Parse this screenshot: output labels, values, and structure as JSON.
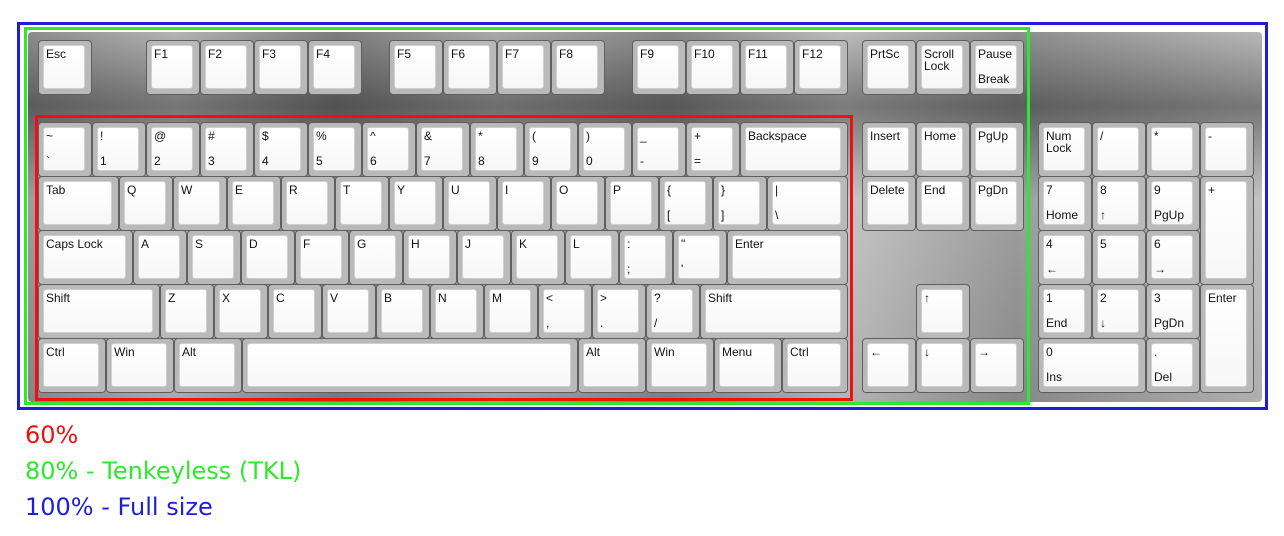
{
  "legend": {
    "sixty": "60%",
    "eighty": "80% - Tenkeyless (TKL)",
    "hundred": "100% - Full size"
  },
  "colors": {
    "sixty_frame": "#ee1111",
    "tkl_frame": "#2ee82e",
    "full_frame": "#1e1ed8"
  },
  "keys": [
    {
      "id": "esc",
      "t": "Esc",
      "b": ""
    },
    {
      "id": "f1",
      "t": "F1",
      "b": ""
    },
    {
      "id": "f2",
      "t": "F2",
      "b": ""
    },
    {
      "id": "f3",
      "t": "F3",
      "b": ""
    },
    {
      "id": "f4",
      "t": "F4",
      "b": ""
    },
    {
      "id": "f5",
      "t": "F5",
      "b": ""
    },
    {
      "id": "f6",
      "t": "F6",
      "b": ""
    },
    {
      "id": "f7",
      "t": "F7",
      "b": ""
    },
    {
      "id": "f8",
      "t": "F8",
      "b": ""
    },
    {
      "id": "f9",
      "t": "F9",
      "b": ""
    },
    {
      "id": "f10",
      "t": "F10",
      "b": ""
    },
    {
      "id": "f11",
      "t": "F11",
      "b": ""
    },
    {
      "id": "f12",
      "t": "F12",
      "b": ""
    },
    {
      "id": "prtsc",
      "t": "PrtSc",
      "b": ""
    },
    {
      "id": "scroll-lock",
      "t": "Scroll\nLock",
      "b": ""
    },
    {
      "id": "pause",
      "t": "Pause",
      "b": "Break"
    },
    {
      "id": "tilde",
      "t": "~",
      "b": "`"
    },
    {
      "id": "1",
      "t": "!",
      "b": "1"
    },
    {
      "id": "2",
      "t": "@",
      "b": "2"
    },
    {
      "id": "3",
      "t": "#",
      "b": "3"
    },
    {
      "id": "4",
      "t": "$",
      "b": "4"
    },
    {
      "id": "5",
      "t": "%",
      "b": "5"
    },
    {
      "id": "6",
      "t": "^",
      "b": "6"
    },
    {
      "id": "7",
      "t": "&",
      "b": "7"
    },
    {
      "id": "8",
      "t": "*",
      "b": "8"
    },
    {
      "id": "9",
      "t": "(",
      "b": "9"
    },
    {
      "id": "0",
      "t": ")",
      "b": "0"
    },
    {
      "id": "minus",
      "t": "_",
      "b": "-"
    },
    {
      "id": "equals",
      "t": "+",
      "b": "="
    },
    {
      "id": "backspace",
      "t": "Backspace",
      "b": ""
    },
    {
      "id": "insert",
      "t": "Insert",
      "b": ""
    },
    {
      "id": "home",
      "t": "Home",
      "b": ""
    },
    {
      "id": "pgup",
      "t": "PgUp",
      "b": ""
    },
    {
      "id": "numlock",
      "t": "Num\nLock",
      "b": ""
    },
    {
      "id": "np-slash",
      "t": "/",
      "b": ""
    },
    {
      "id": "np-star",
      "t": "*",
      "b": ""
    },
    {
      "id": "np-minus",
      "t": "-",
      "b": ""
    },
    {
      "id": "tab",
      "t": "Tab",
      "b": ""
    },
    {
      "id": "q",
      "t": "Q",
      "b": ""
    },
    {
      "id": "w",
      "t": "W",
      "b": ""
    },
    {
      "id": "e",
      "t": "E",
      "b": ""
    },
    {
      "id": "r",
      "t": "R",
      "b": ""
    },
    {
      "id": "t",
      "t": "T",
      "b": ""
    },
    {
      "id": "y",
      "t": "Y",
      "b": ""
    },
    {
      "id": "u",
      "t": "U",
      "b": ""
    },
    {
      "id": "i",
      "t": "I",
      "b": ""
    },
    {
      "id": "o",
      "t": "O",
      "b": ""
    },
    {
      "id": "p",
      "t": "P",
      "b": ""
    },
    {
      "id": "lbracket",
      "t": "{",
      "b": "["
    },
    {
      "id": "rbracket",
      "t": "}",
      "b": "]"
    },
    {
      "id": "backslash",
      "t": "|",
      "b": "\\"
    },
    {
      "id": "delete",
      "t": "Delete",
      "b": ""
    },
    {
      "id": "end",
      "t": "End",
      "b": ""
    },
    {
      "id": "pgdn",
      "t": "PgDn",
      "b": ""
    },
    {
      "id": "np7",
      "t": "7",
      "b": "Home"
    },
    {
      "id": "np8",
      "t": "8",
      "b": "↑"
    },
    {
      "id": "np9",
      "t": "9",
      "b": "PgUp"
    },
    {
      "id": "np-plus",
      "t": "+",
      "b": ""
    },
    {
      "id": "capslock",
      "t": "Caps Lock",
      "b": ""
    },
    {
      "id": "a",
      "t": "A",
      "b": ""
    },
    {
      "id": "s",
      "t": "S",
      "b": ""
    },
    {
      "id": "d",
      "t": "D",
      "b": ""
    },
    {
      "id": "f",
      "t": "F",
      "b": ""
    },
    {
      "id": "g",
      "t": "G",
      "b": ""
    },
    {
      "id": "h",
      "t": "H",
      "b": ""
    },
    {
      "id": "j",
      "t": "J",
      "b": ""
    },
    {
      "id": "k",
      "t": "K",
      "b": ""
    },
    {
      "id": "l",
      "t": "L",
      "b": ""
    },
    {
      "id": "semicolon",
      "t": ":",
      "b": ";"
    },
    {
      "id": "quote",
      "t": "\"",
      "b": "'"
    },
    {
      "id": "enter",
      "t": "Enter",
      "b": ""
    },
    {
      "id": "np4",
      "t": "4",
      "b": "←"
    },
    {
      "id": "np5",
      "t": "5",
      "b": ""
    },
    {
      "id": "np6",
      "t": "6",
      "b": "→"
    },
    {
      "id": "lshift",
      "t": "Shift",
      "b": ""
    },
    {
      "id": "z",
      "t": "Z",
      "b": ""
    },
    {
      "id": "x",
      "t": "X",
      "b": ""
    },
    {
      "id": "c",
      "t": "C",
      "b": ""
    },
    {
      "id": "v",
      "t": "V",
      "b": ""
    },
    {
      "id": "b",
      "t": "B",
      "b": ""
    },
    {
      "id": "n",
      "t": "N",
      "b": ""
    },
    {
      "id": "m",
      "t": "M",
      "b": ""
    },
    {
      "id": "comma",
      "t": "<",
      "b": ","
    },
    {
      "id": "period",
      "t": ">",
      "b": "."
    },
    {
      "id": "slash",
      "t": "?",
      "b": "/"
    },
    {
      "id": "rshift",
      "t": "Shift",
      "b": ""
    },
    {
      "id": "up",
      "t": "↑",
      "b": ""
    },
    {
      "id": "np1",
      "t": "1",
      "b": "End"
    },
    {
      "id": "np2",
      "t": "2",
      "b": "↓"
    },
    {
      "id": "np3",
      "t": "3",
      "b": "PgDn"
    },
    {
      "id": "np-enter",
      "t": "Enter",
      "b": ""
    },
    {
      "id": "lctrl",
      "t": "Ctrl",
      "b": ""
    },
    {
      "id": "lwin",
      "t": "Win",
      "b": ""
    },
    {
      "id": "lalt",
      "t": "Alt",
      "b": ""
    },
    {
      "id": "space",
      "t": "",
      "b": ""
    },
    {
      "id": "ralt",
      "t": "Alt",
      "b": ""
    },
    {
      "id": "rwin",
      "t": "Win",
      "b": ""
    },
    {
      "id": "menu",
      "t": "Menu",
      "b": ""
    },
    {
      "id": "rctrl",
      "t": "Ctrl",
      "b": ""
    },
    {
      "id": "left",
      "t": "←",
      "b": ""
    },
    {
      "id": "down",
      "t": "↓",
      "b": ""
    },
    {
      "id": "right",
      "t": "→",
      "b": ""
    },
    {
      "id": "np0",
      "t": "0",
      "b": "Ins"
    },
    {
      "id": "np-dot",
      "t": ".",
      "b": "Del"
    }
  ]
}
